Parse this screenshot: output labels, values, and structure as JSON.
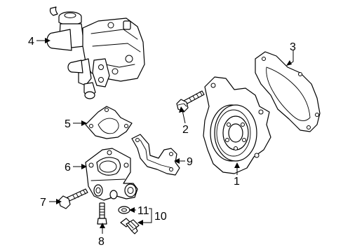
{
  "callouts": [
    {
      "id": "1",
      "text": "1"
    },
    {
      "id": "2",
      "text": "2"
    },
    {
      "id": "3",
      "text": "3"
    },
    {
      "id": "4",
      "text": "4"
    },
    {
      "id": "5",
      "text": "5"
    },
    {
      "id": "6",
      "text": "6"
    },
    {
      "id": "7",
      "text": "7"
    },
    {
      "id": "8",
      "text": "8"
    },
    {
      "id": "9",
      "text": "9"
    },
    {
      "id": "10",
      "text": "10"
    },
    {
      "id": "11",
      "text": "11"
    }
  ],
  "parts": [
    {
      "callout": "1",
      "icon": "water-pump-pulley-icon"
    },
    {
      "callout": "2",
      "icon": "bolt-icon"
    },
    {
      "callout": "3",
      "icon": "pump-gasket-icon"
    },
    {
      "callout": "4",
      "icon": "thermostat-housing-assembly-icon"
    },
    {
      "callout": "5",
      "icon": "outlet-gasket-icon"
    },
    {
      "callout": "6",
      "icon": "water-outlet-housing-icon"
    },
    {
      "callout": "7",
      "icon": "bolt-icon"
    },
    {
      "callout": "8",
      "icon": "stud-icon"
    },
    {
      "callout": "9",
      "icon": "bracket-icon"
    },
    {
      "callout": "10",
      "icon": "temperature-sensor-icon"
    },
    {
      "callout": "11",
      "icon": "washer-icon"
    }
  ]
}
